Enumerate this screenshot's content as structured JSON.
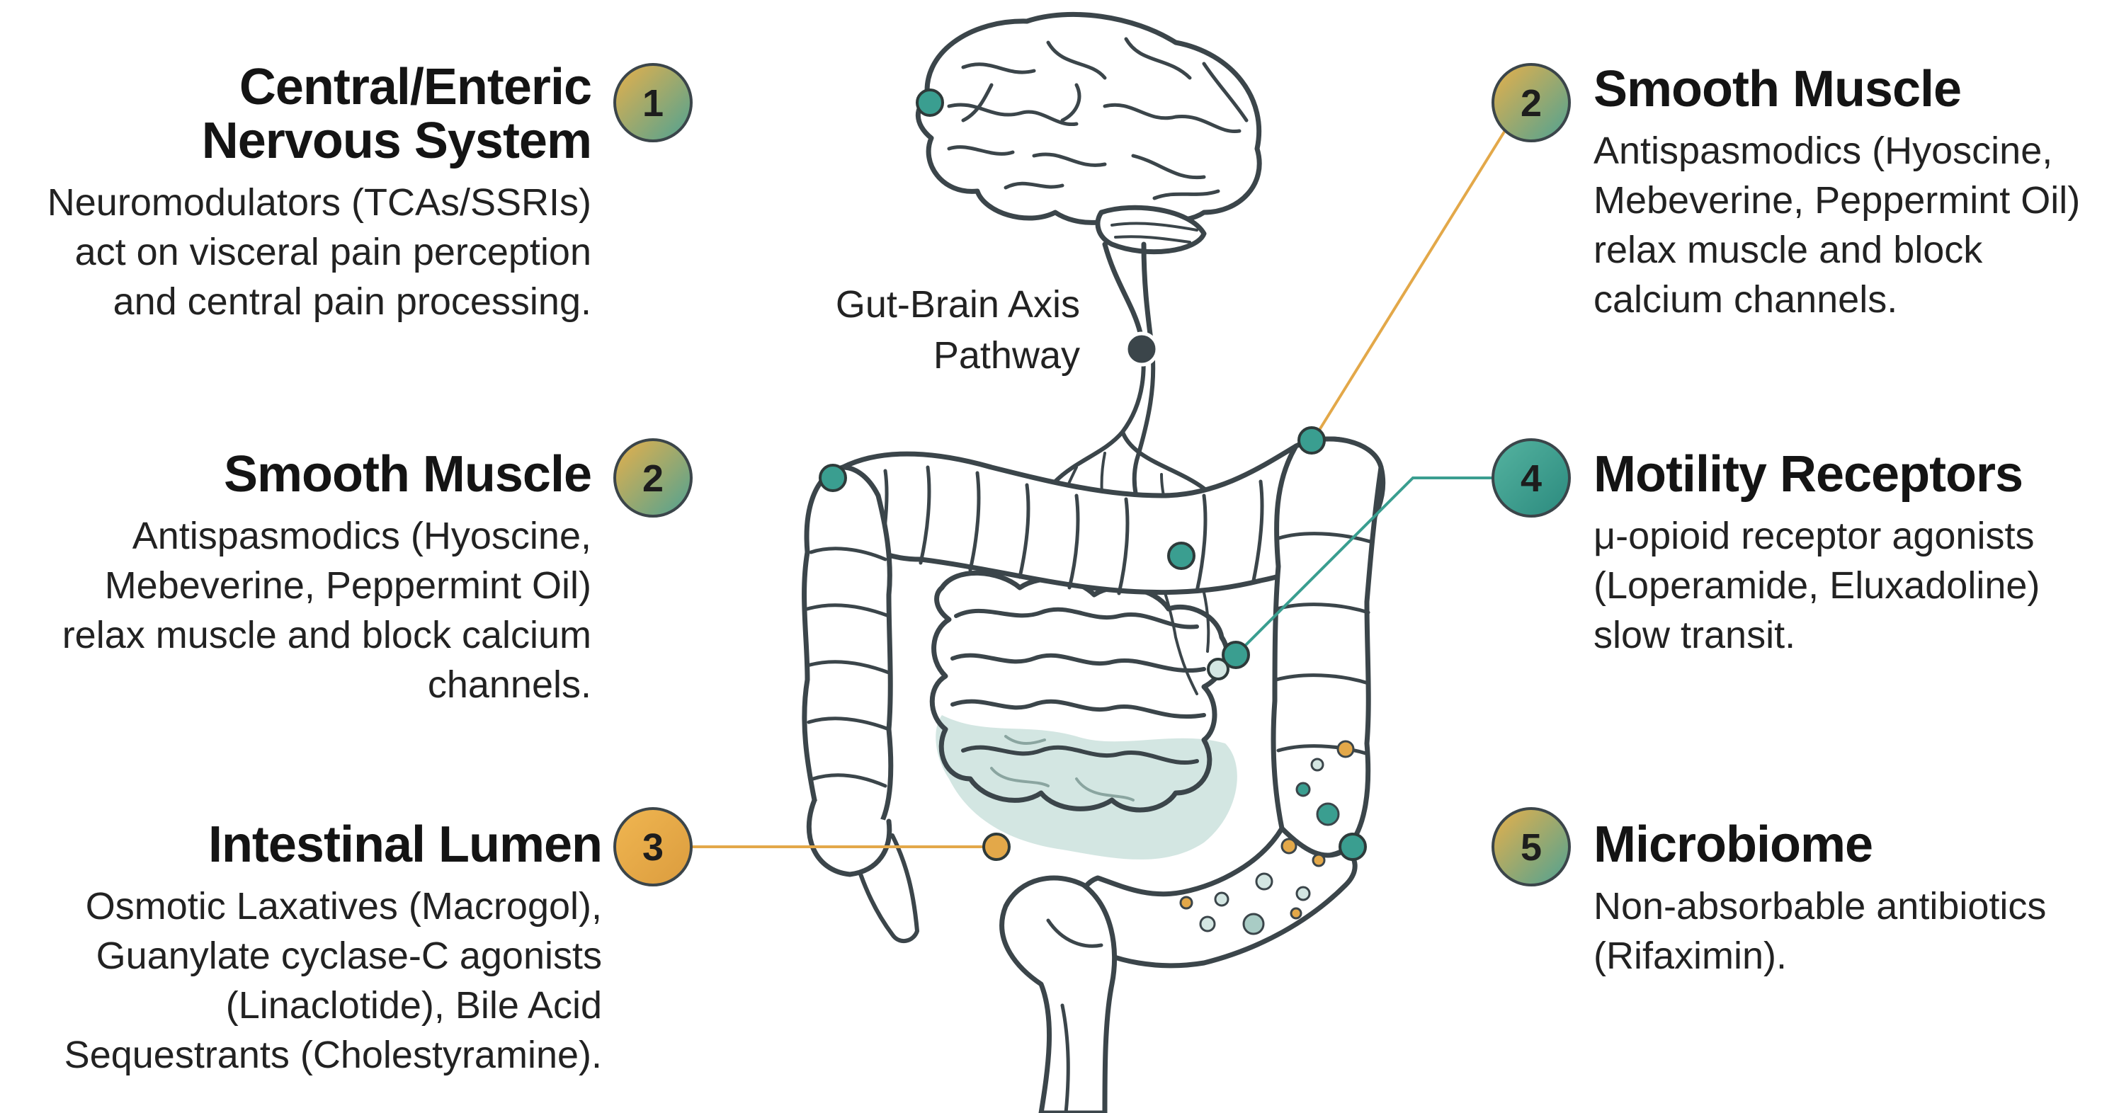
{
  "annotations": [
    {
      "id": "cns-left",
      "number": "1",
      "title": "Central/Enteric Nervous System",
      "desc": "Neuromodulators (TCAs/SSRIs) act on visceral pain perception and central pain processing.",
      "badge_color": "gold-teal"
    },
    {
      "id": "smooth-left",
      "number": "2",
      "title": "Smooth Muscle",
      "desc": "Antispasmodics (Hyoscine, Mebeverine, Peppermint Oil) relax muscle and block calcium channels.",
      "badge_color": "gold-teal"
    },
    {
      "id": "lumen-left",
      "number": "3",
      "title": "Intestinal Lumen",
      "desc": "Osmotic Laxatives (Macrogol), Guanylate cyclase-C agonists (Linaclotide), Bile Acid Sequestrants (Cholestyramine).",
      "badge_color": "gold"
    },
    {
      "id": "smooth-right",
      "number": "2",
      "title": "Smooth Muscle",
      "desc": "Antispasmodics (Hyoscine, Mebeverine, Peppermint Oil) relax muscle and block calcium channels.",
      "badge_color": "gold-teal"
    },
    {
      "id": "motility-right",
      "number": "4",
      "title": "Motility Receptors",
      "desc": "μ-opioid receptor agonists (Loperamide, Eluxadoline) slow transit.",
      "badge_color": "teal"
    },
    {
      "id": "microbiome-right",
      "number": "5",
      "title": "Microbiome",
      "desc": "Non-absorbable antibiotics (Rifaximin).",
      "badge_color": "gold-teal"
    }
  ],
  "axis_label": {
    "line1": "Gut-Brain Axis",
    "line2": "Pathway"
  },
  "colors": {
    "gold": "#E3A849",
    "teal": "#3A9E90",
    "outline": "#3b454a",
    "fluid": "#d3e6e2"
  }
}
